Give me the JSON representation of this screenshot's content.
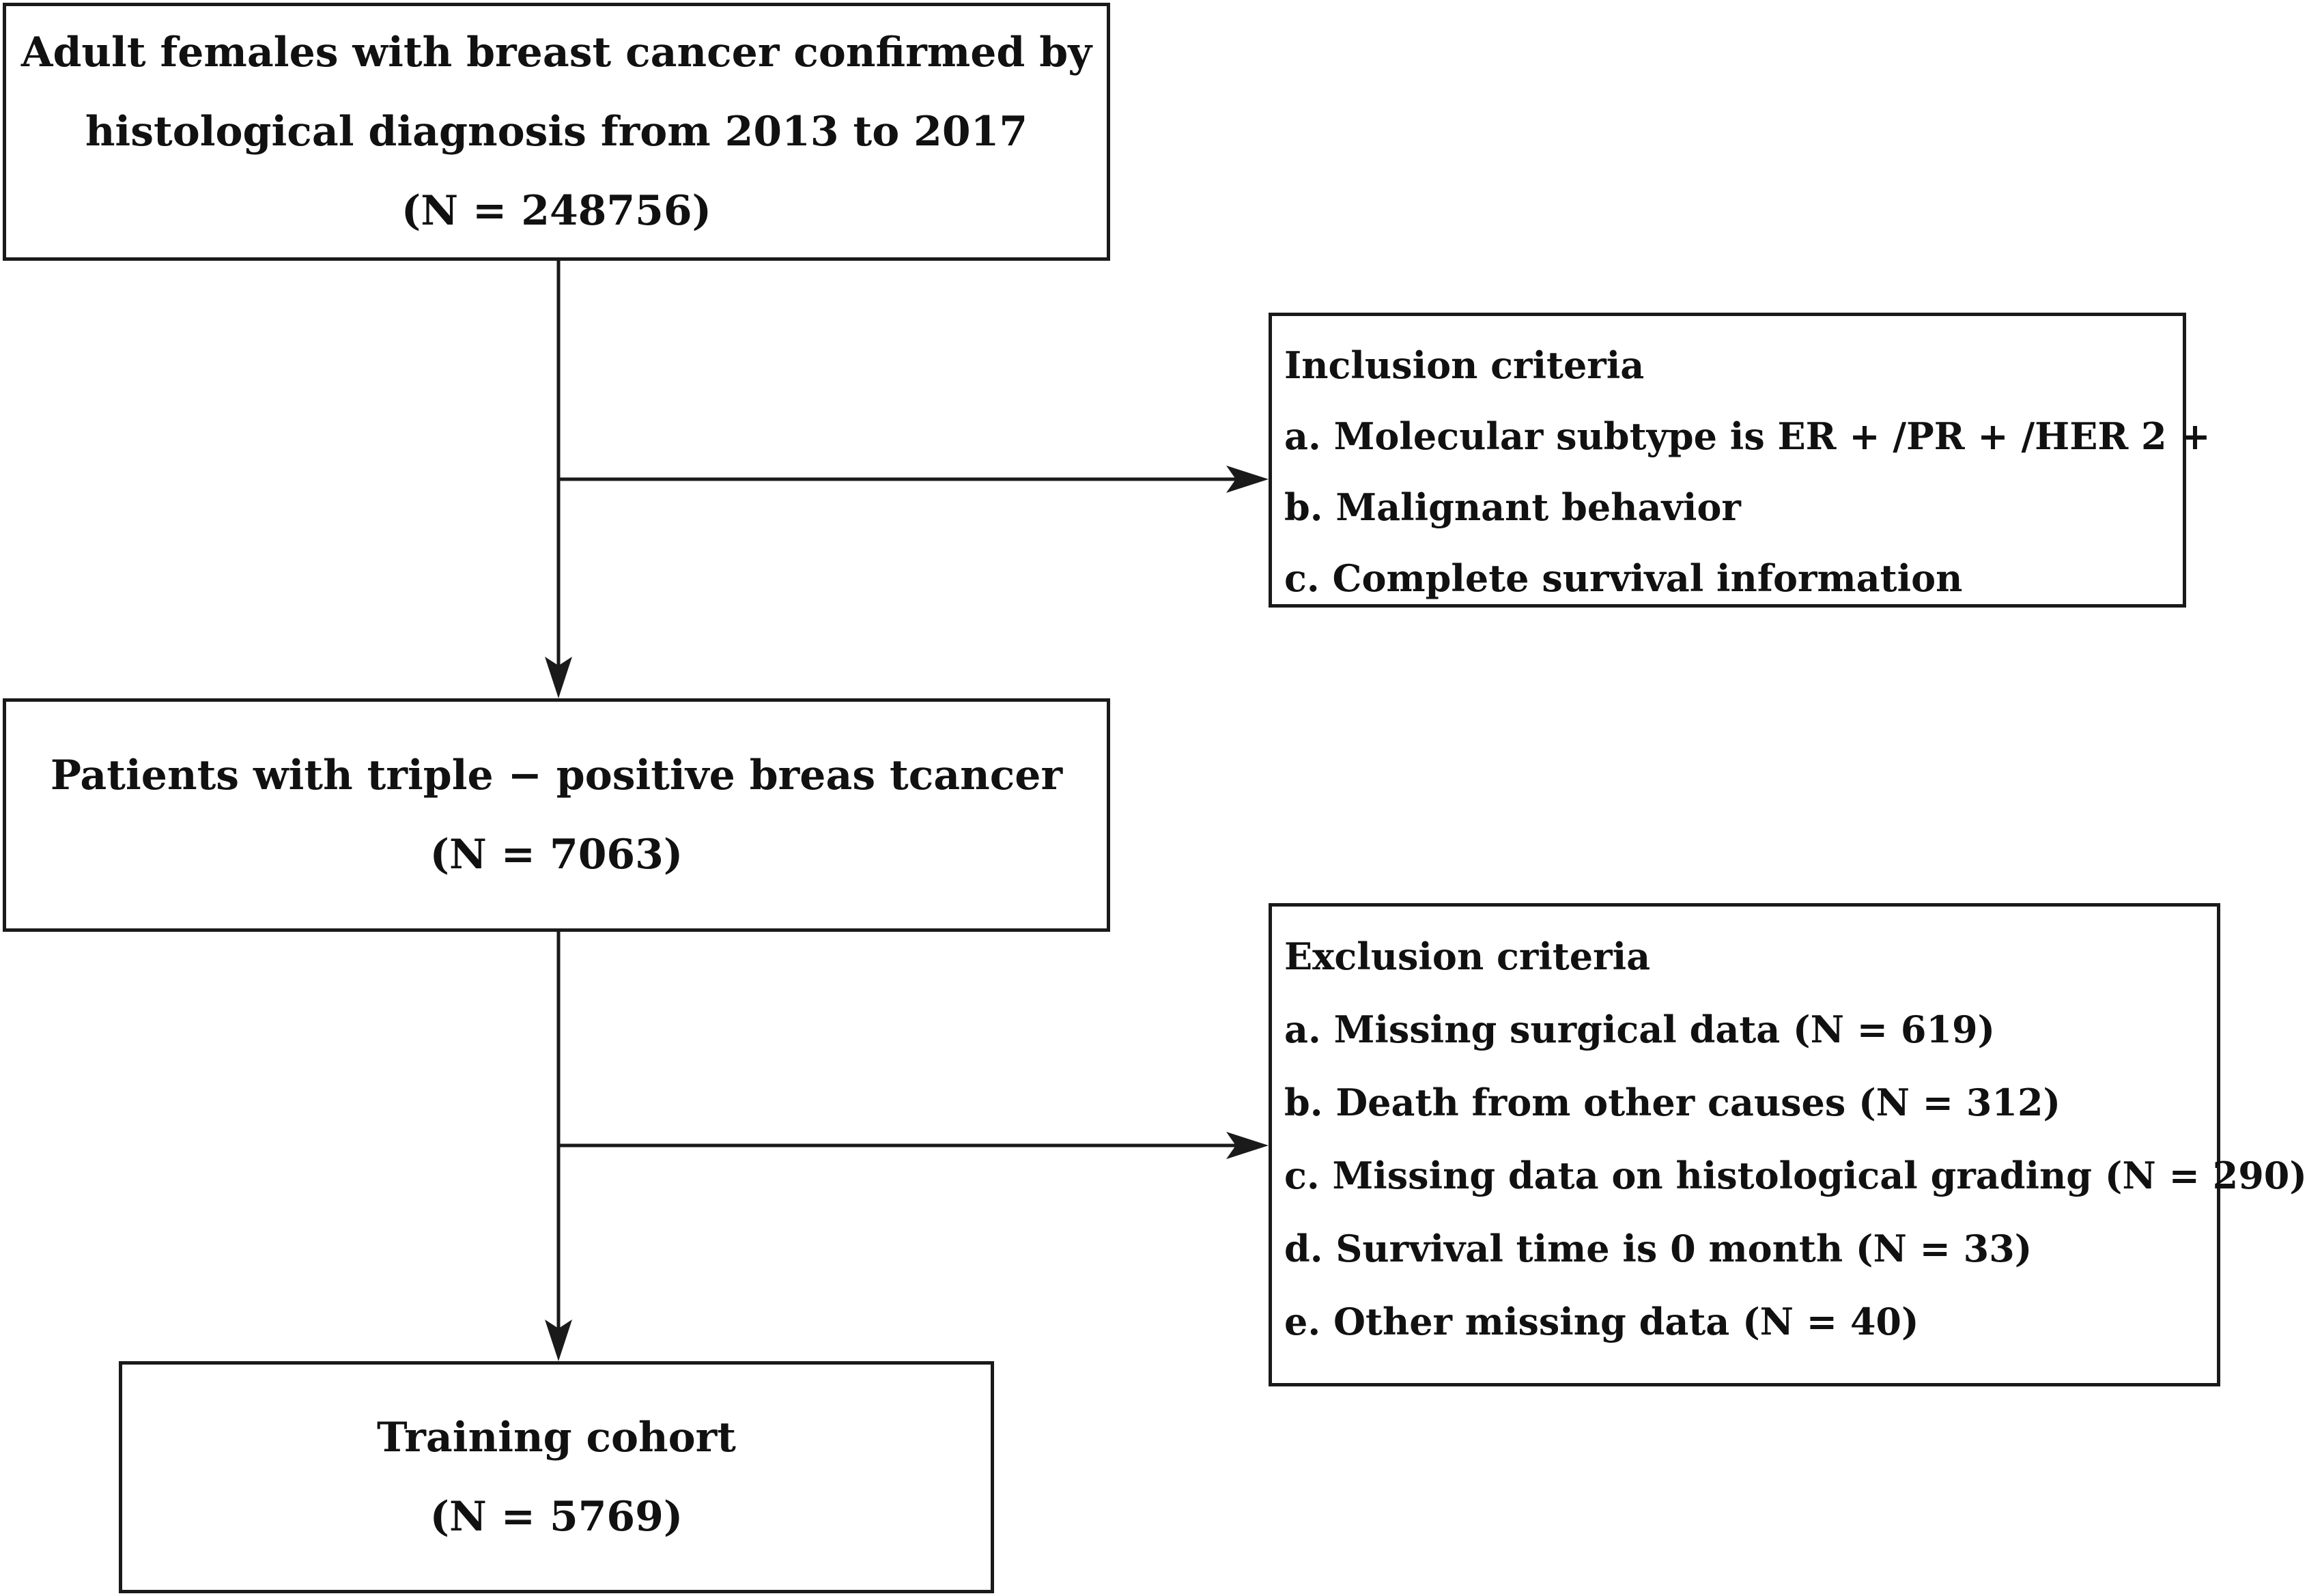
{
  "flowchart": {
    "total_box": {
      "line1": "Adult females with breast cancer confirmed by",
      "line2": "histological diagnosis from 2013 to 2017",
      "count": "(N = 248756)"
    },
    "triple_box": {
      "line1": "Patients with triple − positive breas tcancer",
      "count": "(N = 7063)"
    },
    "training_box": {
      "line1": "Training cohort",
      "count": "(N = 5769)"
    },
    "inclusion": {
      "title": "Inclusion criteria",
      "items": [
        "a. Molecular subtype is ER + /PR + /HER 2 +",
        "b. Malignant behavior",
        "c. Complete survival information"
      ]
    },
    "exclusion": {
      "title": "Exclusion criteria",
      "items": [
        "a. Missing surgical data (N = 619)",
        "b. Death from other causes (N = 312)",
        "c. Missing data on histological grading (N = 290)",
        "d. Survival time is 0 month (N = 33)",
        "e. Other missing data (N = 40)"
      ]
    }
  },
  "colors": {
    "line": "#1a1a1a",
    "text": "#111111",
    "background": "#ffffff"
  }
}
